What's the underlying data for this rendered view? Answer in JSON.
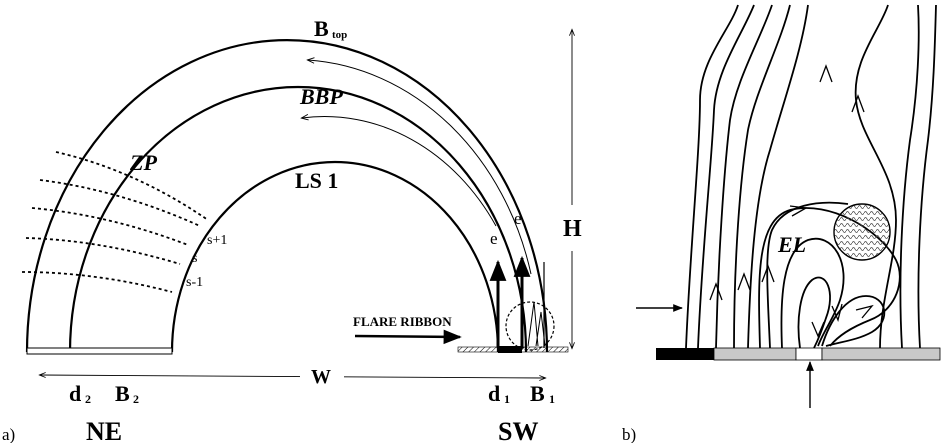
{
  "panel_a": {
    "panel_label": "a)",
    "labels": {
      "b_top": "B",
      "b_top_sub": "top",
      "bbp": "BBP",
      "zp": "ZP",
      "ls1": "LS 1",
      "e_inner": "e",
      "e_outer": "e",
      "height": "H",
      "width": "W",
      "flare_ribbon": "FLARE RIBBON",
      "s_plus": "s+1",
      "s": "s",
      "s_minus": "s-1",
      "d2": "d",
      "d2_sub": "2",
      "b2": "B",
      "b2_sub": "2",
      "d1": "d",
      "d1_sub": "1",
      "b1": "B",
      "b1_sub": "1",
      "ne": "NE",
      "sw": "SW"
    }
  },
  "panel_b": {
    "panel_label": "b)",
    "labels": {
      "el": "EL"
    }
  }
}
